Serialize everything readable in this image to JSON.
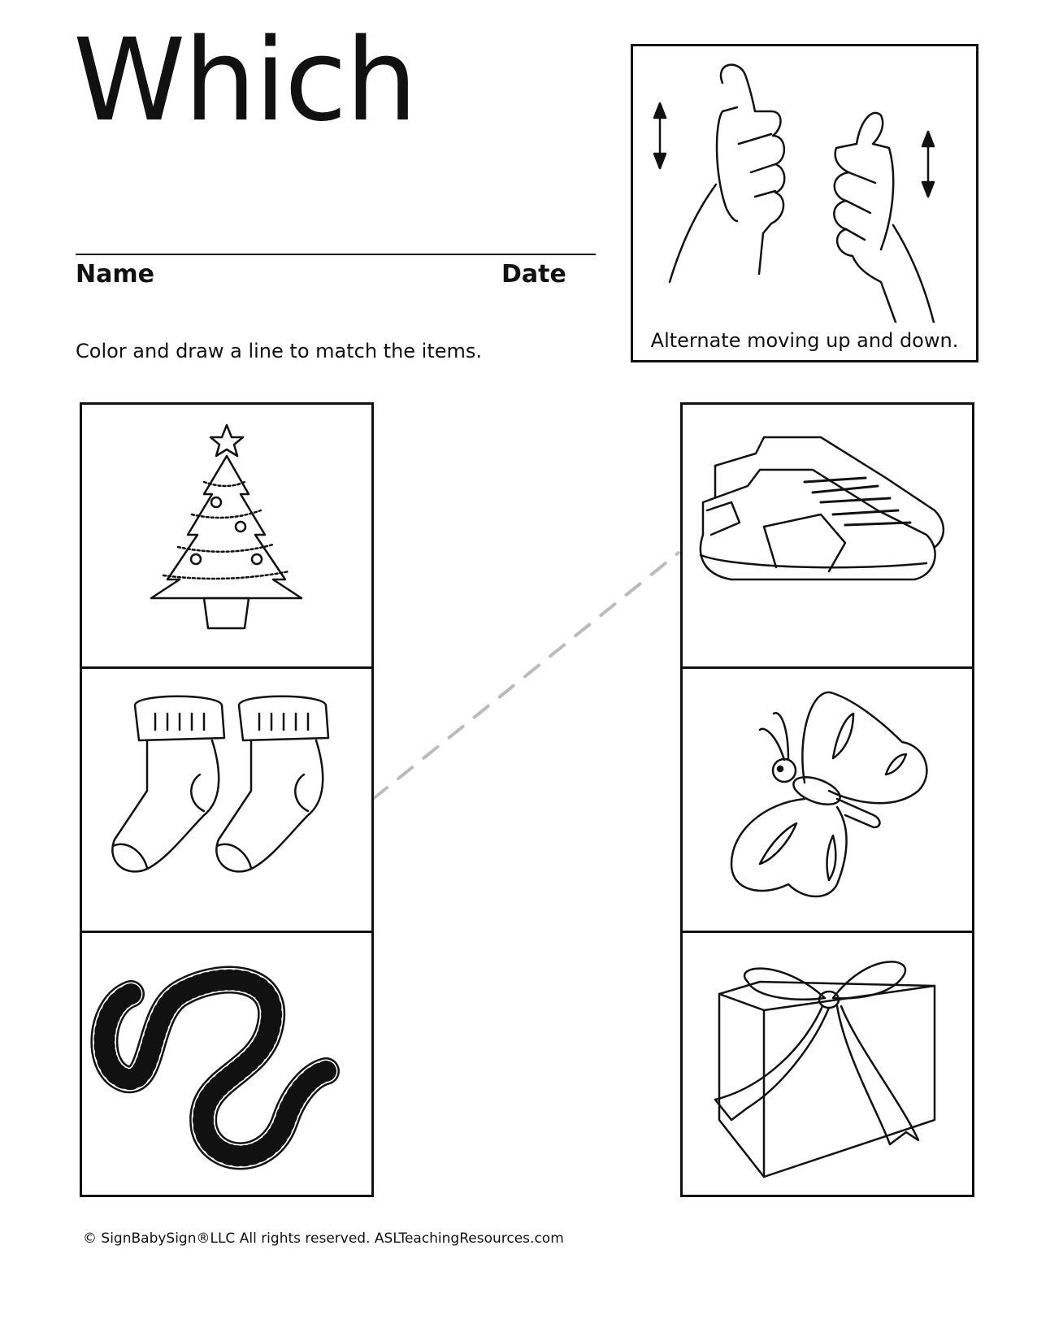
{
  "title": "Which",
  "name_label": "Name",
  "date_label": "Date",
  "instruction": "Color and draw a line to match the items.",
  "sign": {
    "caption": "Alternate moving up and down.",
    "icons": [
      "thumbs-up-hand",
      "up-down-arrow"
    ]
  },
  "left_items": [
    "christmas-tree",
    "socks",
    "worm"
  ],
  "right_items": [
    "sneakers",
    "butterfly",
    "gift-box"
  ],
  "footer": "© SignBabySign®LLC All rights reserved.  ASLTeachingResources.com"
}
